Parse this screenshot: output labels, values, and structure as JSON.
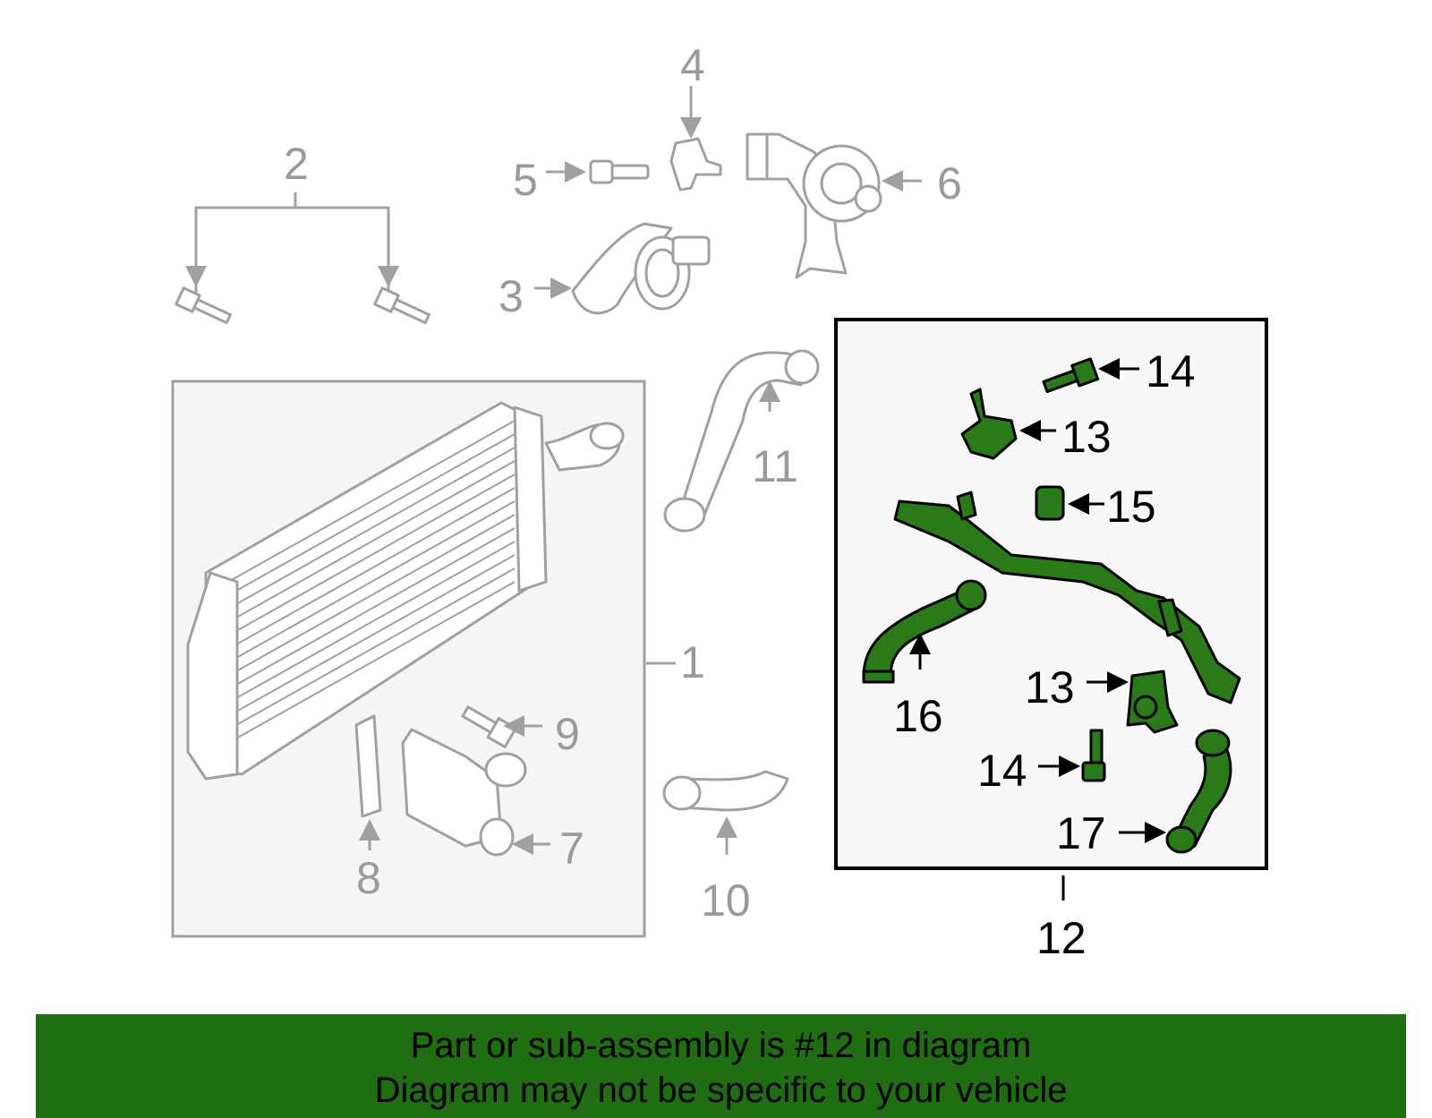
{
  "labels": {
    "l1": "1",
    "l2": "2",
    "l3": "3",
    "l4": "4",
    "l5": "5",
    "l6": "6",
    "l7": "7",
    "l8": "8",
    "l9": "9",
    "l10": "10",
    "l11": "11",
    "l12": "12",
    "l13a": "13",
    "l13b": "13",
    "l14a": "14",
    "l14b": "14",
    "l15": "15",
    "l16": "16",
    "l17": "17"
  },
  "banner": {
    "line1": "Part or sub-assembly is #12 in diagram",
    "line2": "Diagram may not be specific to your vehicle"
  },
  "colors": {
    "highlight": "#2b7a1a",
    "banner": "#1f6e12",
    "box_fill": "#f5f5f5"
  }
}
